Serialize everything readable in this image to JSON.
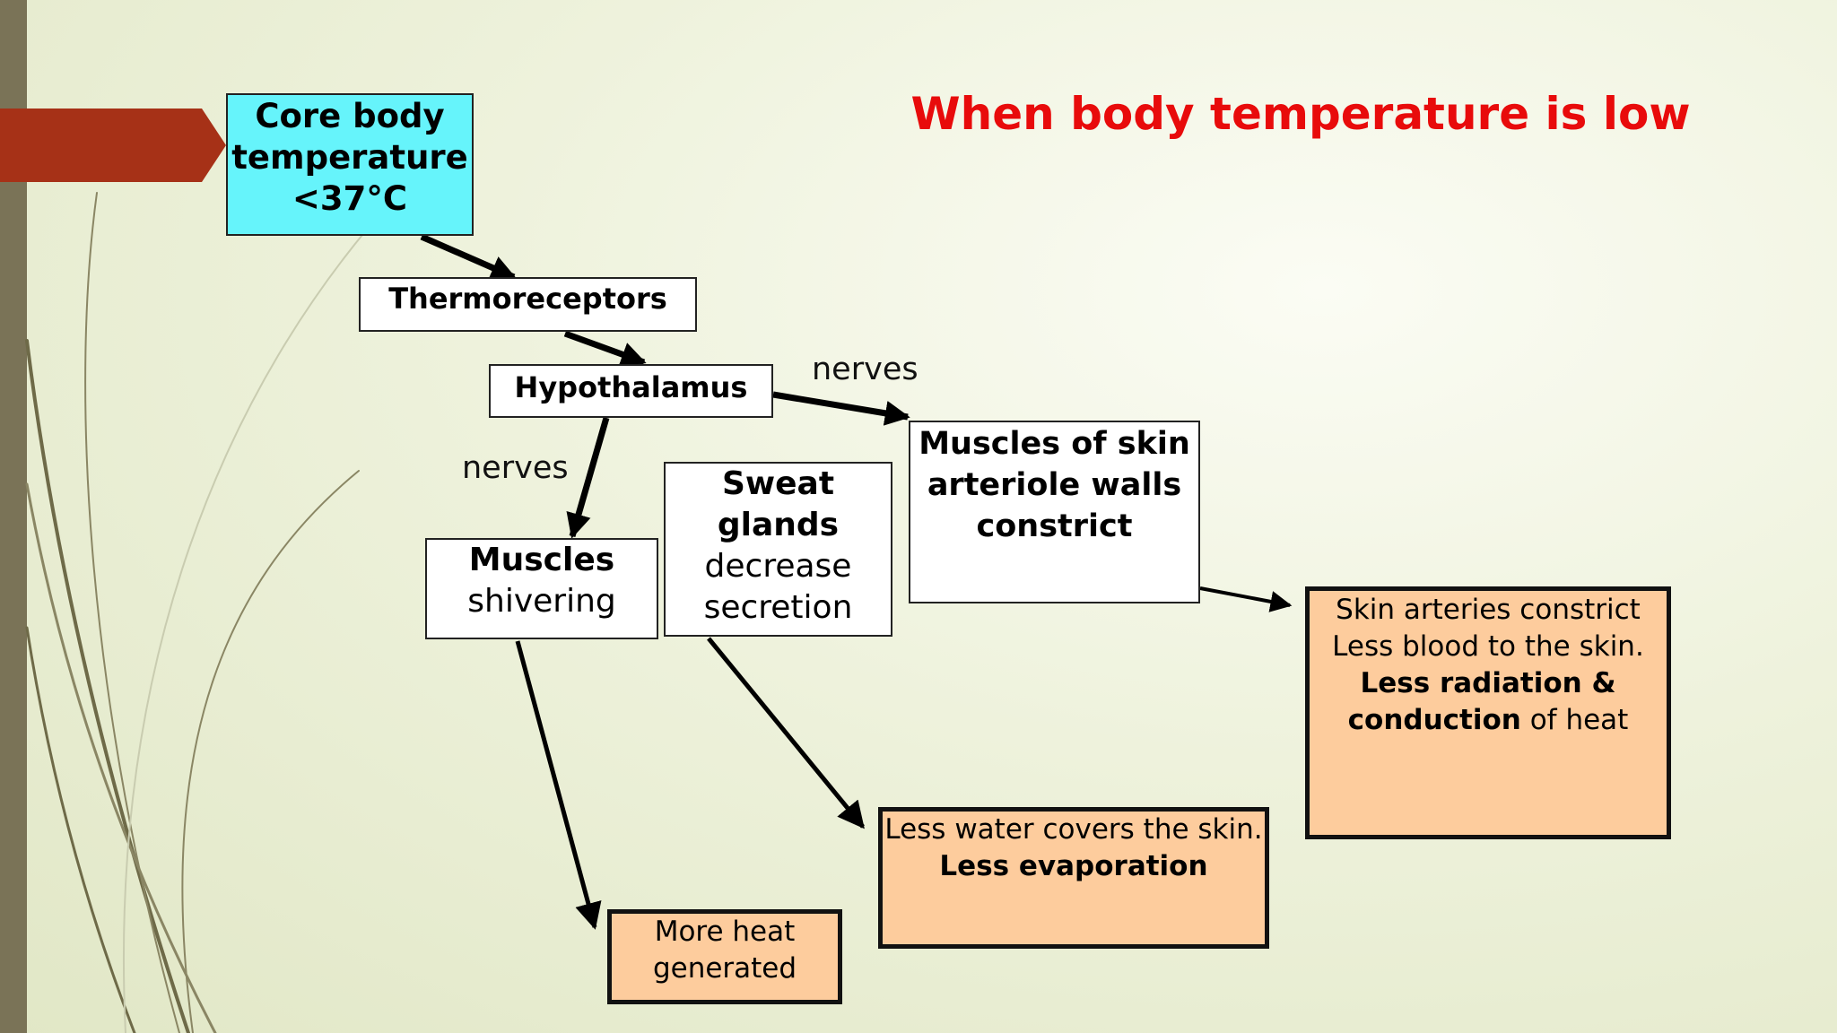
{
  "title": "When body temperature is low",
  "nodes": {
    "core": {
      "line1": "Core body",
      "line2": "temperature",
      "line3": "<37°C"
    },
    "thermoreceptors": {
      "label": "Thermoreceptors"
    },
    "hypothalamus": {
      "label": "Hypothalamus"
    },
    "skin_muscles": {
      "line1": "Muscles of skin",
      "line2": "arteriole walls",
      "line3": "constrict"
    },
    "sweat": {
      "line1": "Sweat",
      "line2": "glands",
      "line3": "decrease",
      "line4": "secretion"
    },
    "muscles": {
      "line1": "Muscles",
      "line2": "shivering"
    },
    "skin_arteries": {
      "line1": "Skin arteries constrict",
      "line2": "Less blood to the skin.",
      "line3_bold": "Less radiation &",
      "line4_bold": "conduction",
      "line4_rest": " of heat"
    },
    "evaporation": {
      "line1": "Less water covers the skin.",
      "line2": "Less evaporation"
    },
    "heat": {
      "line1": "More heat",
      "line2": "generated"
    }
  },
  "labels": {
    "nerves_top": "nerves",
    "nerves_left": "nerves"
  },
  "colors": {
    "title": "#e80b0b",
    "core_fill": "#66f4fb",
    "effect_fill": "#fdcc9d",
    "banner": "#a63117",
    "sidebar": "#7a7357"
  }
}
